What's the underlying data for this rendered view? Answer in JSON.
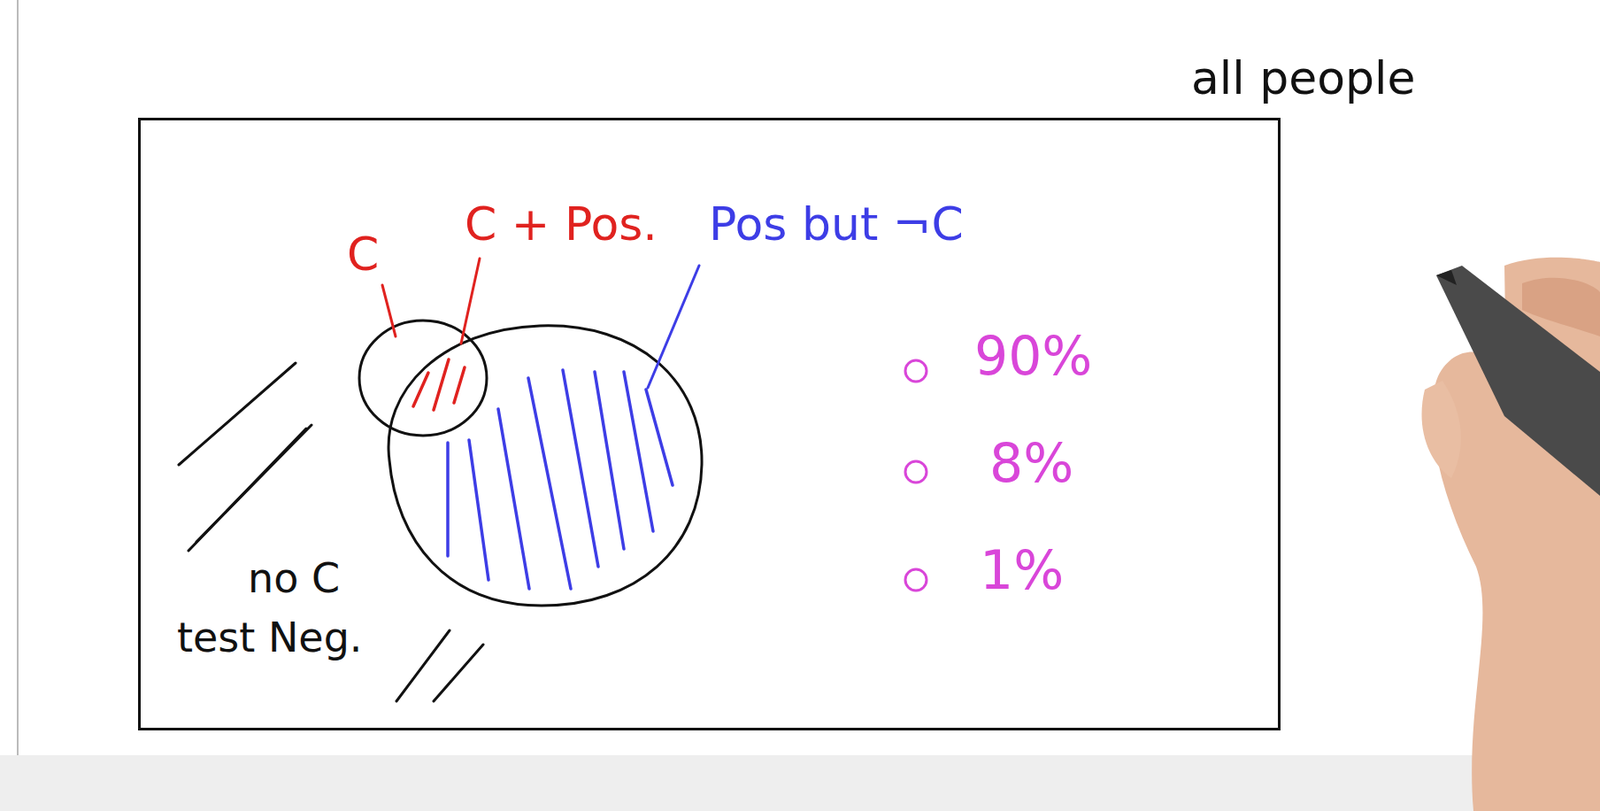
{
  "diagram": {
    "nodes": [
      {
        "text": [
          "all people"
        ]
      }
    ],
    "labels": [
      "C",
      "C + Pos.",
      "Pos but ¬C",
      "no C test Neg.",
      "90%",
      "8%",
      "1%"
    ]
  }
}
